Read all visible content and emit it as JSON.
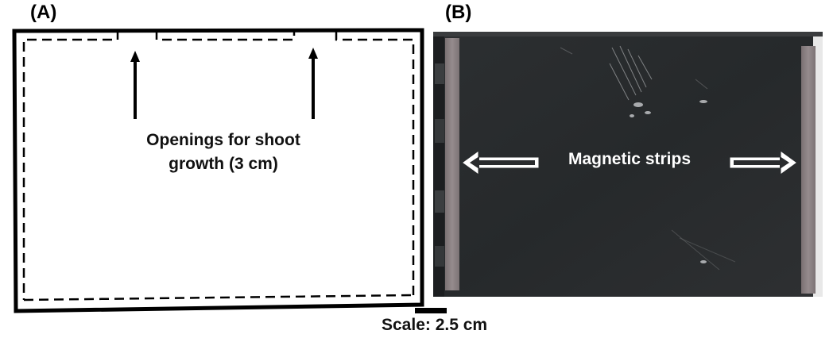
{
  "panels": {
    "a": {
      "label": "(A)",
      "annotation_line1": "Openings for shoot",
      "annotation_line2": "growth (3 cm)"
    },
    "b": {
      "label": "(B)",
      "annotation": "Magnetic strips"
    }
  },
  "scale": {
    "text": "Scale: 2.5 cm"
  },
  "colors": {
    "outline": "#000000",
    "board": "#2a2c2e",
    "magnet_strip": "#8a8183",
    "arrow_fill": "#ffffff"
  }
}
